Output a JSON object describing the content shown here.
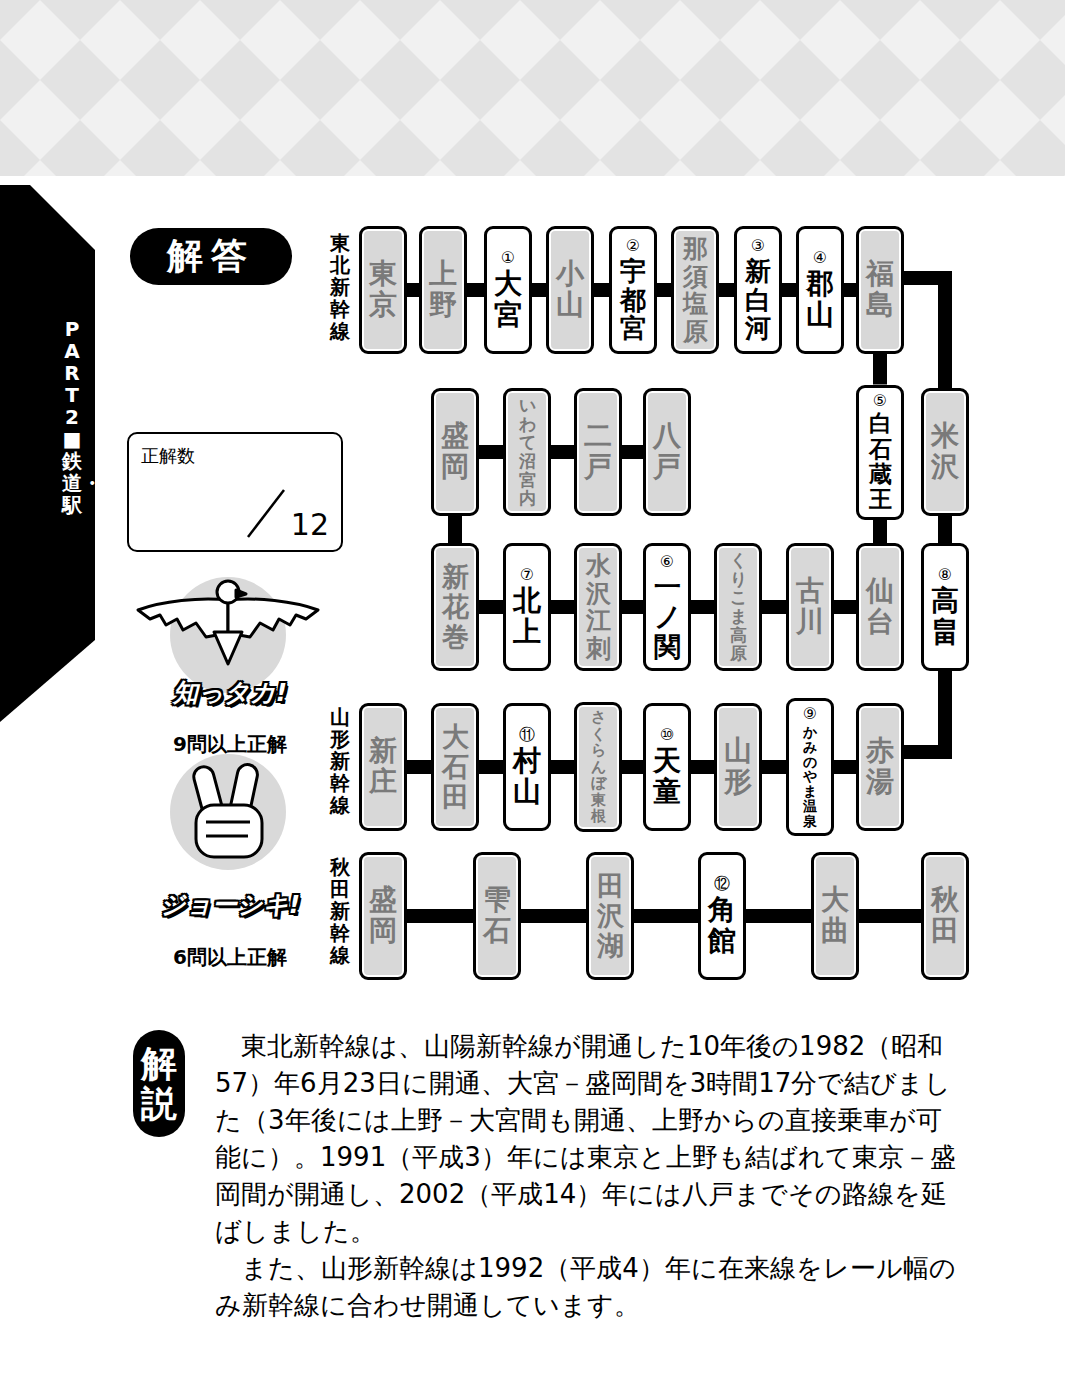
{
  "diagram": {
    "nodes": [
      {
        "text": [
          "解答"
        ]
      },
      {
        "text": [
          "東京"
        ]
      },
      {
        "text": [
          "上野"
        ]
      },
      {
        "text": [
          "①",
          "大宮"
        ]
      },
      {
        "text": [
          "小山"
        ]
      },
      {
        "text": [
          "②",
          "宇都宮"
        ]
      },
      {
        "text": [
          "那須塩原"
        ]
      },
      {
        "text": [
          "③",
          "新白河"
        ]
      },
      {
        "text": [
          "④",
          "郡山"
        ]
      },
      {
        "text": [
          "福島"
        ]
      },
      {
        "text": [
          "盛岡"
        ]
      },
      {
        "text": [
          "いわて沼宮内"
        ]
      },
      {
        "text": [
          "二戸"
        ]
      },
      {
        "text": [
          "八戸"
        ]
      },
      {
        "text": [
          "⑤",
          "白石蔵王"
        ]
      },
      {
        "text": [
          "米沢"
        ]
      },
      {
        "text": [
          "新花巻"
        ]
      },
      {
        "text": [
          "⑦",
          "北上"
        ]
      },
      {
        "text": [
          "水沢江刺"
        ]
      },
      {
        "text": [
          "⑥",
          "一ノ関"
        ]
      },
      {
        "text": [
          "くりこま高原"
        ]
      },
      {
        "text": [
          "古川"
        ]
      },
      {
        "text": [
          "仙台"
        ]
      },
      {
        "text": [
          "⑧",
          "高畠"
        ]
      },
      {
        "text": [
          "新庄"
        ]
      },
      {
        "text": [
          "大石田"
        ]
      },
      {
        "text": [
          "⑪",
          "村山"
        ]
      },
      {
        "text": [
          "さくらんぼ東根"
        ]
      },
      {
        "text": [
          "⑩",
          "天童"
        ]
      },
      {
        "text": [
          "山形"
        ]
      },
      {
        "text": [
          "⑨",
          "かみのやま温泉"
        ]
      },
      {
        "text": [
          "赤湯"
        ]
      },
      {
        "text": [
          "盛岡"
        ]
      },
      {
        "text": [
          "雫石"
        ]
      },
      {
        "text": [
          "田沢湖"
        ]
      },
      {
        "text": [
          "⑫",
          "角館"
        ]
      },
      {
        "text": [
          "大曲"
        ]
      },
      {
        "text": [
          "秋田"
        ]
      },
      {
        "text": [
          "正解数",
          "12"
        ]
      },
      {
        "text": [
          "解説"
        ]
      }
    ],
    "edges": [
      {
        "from": 1,
        "to": 2,
        "arrow": "none"
      },
      {
        "from": 2,
        "to": 3,
        "arrow": "none"
      },
      {
        "from": 3,
        "to": 4,
        "arrow": "none"
      },
      {
        "from": 4,
        "to": 5,
        "arrow": "none"
      },
      {
        "from": 5,
        "to": 6,
        "arrow": "none"
      },
      {
        "from": 6,
        "to": 7,
        "arrow": "none"
      },
      {
        "from": 7,
        "to": 8,
        "arrow": "none"
      },
      {
        "from": 8,
        "to": 9,
        "arrow": "none"
      },
      {
        "from": 9,
        "to": 14,
        "arrow": "none"
      },
      {
        "from": 14,
        "to": 22,
        "arrow": "none"
      },
      {
        "from": 22,
        "to": 21,
        "arrow": "none"
      },
      {
        "from": 21,
        "to": 20,
        "arrow": "none"
      },
      {
        "from": 20,
        "to": 19,
        "arrow": "none"
      },
      {
        "from": 19,
        "to": 18,
        "arrow": "none"
      },
      {
        "from": 18,
        "to": 17,
        "arrow": "none"
      },
      {
        "from": 17,
        "to": 16,
        "arrow": "none"
      },
      {
        "from": 16,
        "to": 10,
        "arrow": "none"
      },
      {
        "from": 10,
        "to": 11,
        "arrow": "none"
      },
      {
        "from": 11,
        "to": 12,
        "arrow": "none"
      },
      {
        "from": 12,
        "to": 13,
        "arrow": "none"
      },
      {
        "from": 9,
        "to": 15,
        "arrow": "none"
      },
      {
        "from": 15,
        "to": 23,
        "arrow": "none"
      },
      {
        "from": 23,
        "to": 31,
        "arrow": "none"
      },
      {
        "from": 31,
        "to": 30,
        "arrow": "none"
      },
      {
        "from": 30,
        "to": 29,
        "arrow": "none"
      },
      {
        "from": 29,
        "to": 28,
        "arrow": "none"
      },
      {
        "from": 28,
        "to": 27,
        "arrow": "none"
      },
      {
        "from": 27,
        "to": 26,
        "arrow": "none"
      },
      {
        "from": 26,
        "to": 25,
        "arrow": "none"
      },
      {
        "from": 25,
        "to": 24,
        "arrow": "none"
      },
      {
        "from": 32,
        "to": 33,
        "arrow": "none"
      },
      {
        "from": 33,
        "to": 34,
        "arrow": "none"
      },
      {
        "from": 34,
        "to": 35,
        "arrow": "none"
      },
      {
        "from": 35,
        "to": 36,
        "arrow": "none"
      },
      {
        "from": 36,
        "to": 37,
        "arrow": "none"
      }
    ],
    "labels": [
      "東北新幹線",
      "山形新幹線",
      "秋田新幹線",
      "PART 2■鉄道・駅",
      "知っタカ!",
      "9問以上正解",
      "ジョーシキ!",
      "6問以上正解",
      "東北新幹線は、山陽新幹線が開通した10年後の1982（昭和57）年6月23日に開通、大宮－盛岡間を3時間17分で結びました（3年後には上野－大宮間も開通、上野からの直接乗車が可能に）。1991（平成3）年には東京と上野も結ばれて東京－盛岡間が開通し、2002（平成14）年には八戸までその路線を延ばしました。",
      "また、山形新幹線は1992（平成4）年に在来線をレール幅のみ新幹線に合わせ開通しています。"
    ]
  }
}
